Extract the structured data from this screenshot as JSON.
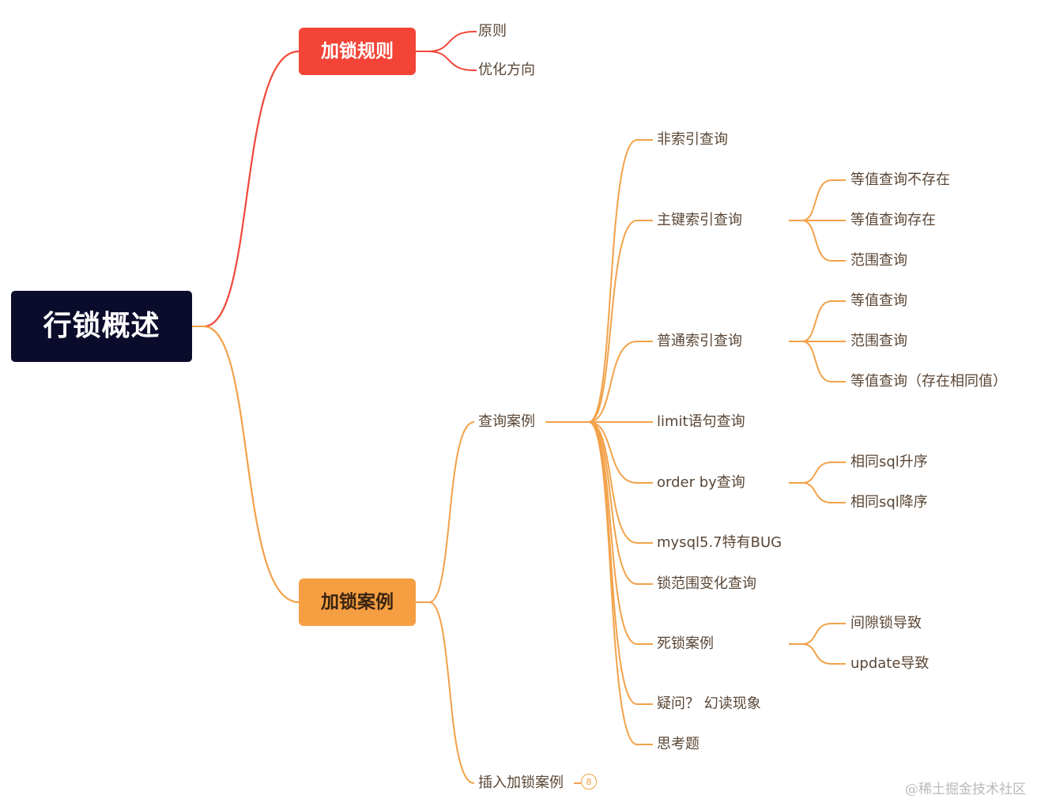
{
  "root": {
    "label": "行锁概述"
  },
  "rules": {
    "label": "加锁规则",
    "children": [
      "原则",
      "优化方向"
    ]
  },
  "cases": {
    "label": "加锁案例",
    "query": {
      "label": "查询案例",
      "items": [
        {
          "label": "非索引查询"
        },
        {
          "label": "主键索引查询",
          "children": [
            "等值查询不存在",
            "等值查询存在",
            "范围查询"
          ]
        },
        {
          "label": "普通索引查询",
          "children": [
            "等值查询",
            "范围查询",
            "等值查询（存在相同值）"
          ]
        },
        {
          "label": "limit语句查询"
        },
        {
          "label": "order by查询",
          "children": [
            "相同sql升序",
            "相同sql降序"
          ]
        },
        {
          "label": "mysql5.7特有BUG"
        },
        {
          "label": "锁范围变化查询"
        },
        {
          "label": "死锁案例",
          "children": [
            "间隙锁导致",
            "update导致"
          ]
        },
        {
          "label": "疑问？ 幻读现象"
        },
        {
          "label": "思考题"
        }
      ]
    },
    "insert": {
      "label": "插入加锁案例",
      "collapsed_count": "8"
    }
  },
  "watermark": "@稀土掘金技术社区",
  "colors": {
    "root_bg": "#0b0b2c",
    "rules_bg": "#f34437",
    "cases_bg": "#f59e42",
    "rules_line": "#f0483a",
    "cases_line": "#f2a24a"
  }
}
